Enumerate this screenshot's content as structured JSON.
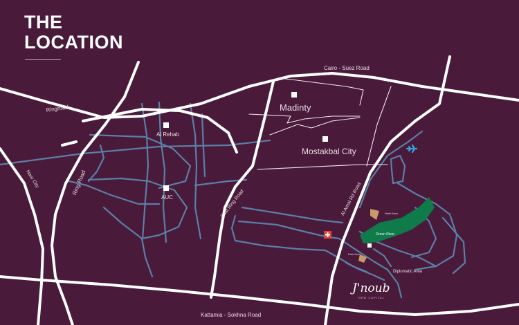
{
  "title": {
    "line1": "THE",
    "line2": "LOCATION"
  },
  "labels": {
    "cairo_suez_road": "Cairo - Suez Road",
    "ring_road_top": "Ringroad",
    "ring_road_left": "Ring Road",
    "nasr_city": "Nasr City",
    "al_rehab": "Al Rehab",
    "auc": "AUC",
    "madinty": "Madinty",
    "mostakbal_city": "Mostakbal City",
    "east_ring_road": "East Ring Road",
    "cairo_sokhna_road": "Kattamia - Sokhna Road",
    "road_east": "Al Amal Rd Road",
    "green_river": "Green River",
    "diplomatic_area": "Diplomatic Area",
    "small_label_1": "Hotel Area",
    "small_label_2": "Park Area"
  },
  "brand": {
    "name": "J'noub",
    "sub": "NEW CAPITAL"
  },
  "icons": {
    "airport": "airplane-icon",
    "hospital": "hospital-icon",
    "landmark": "landmark-icon"
  },
  "colors": {
    "background": "#4a1a3b",
    "major_road": "#ffffff",
    "minor_road": "#5b7fa6",
    "green_river": "#0f7a4a",
    "airport_icon": "#35a7e0",
    "hospital_icon": "#e0453c",
    "landmark": "#c89a6a"
  }
}
